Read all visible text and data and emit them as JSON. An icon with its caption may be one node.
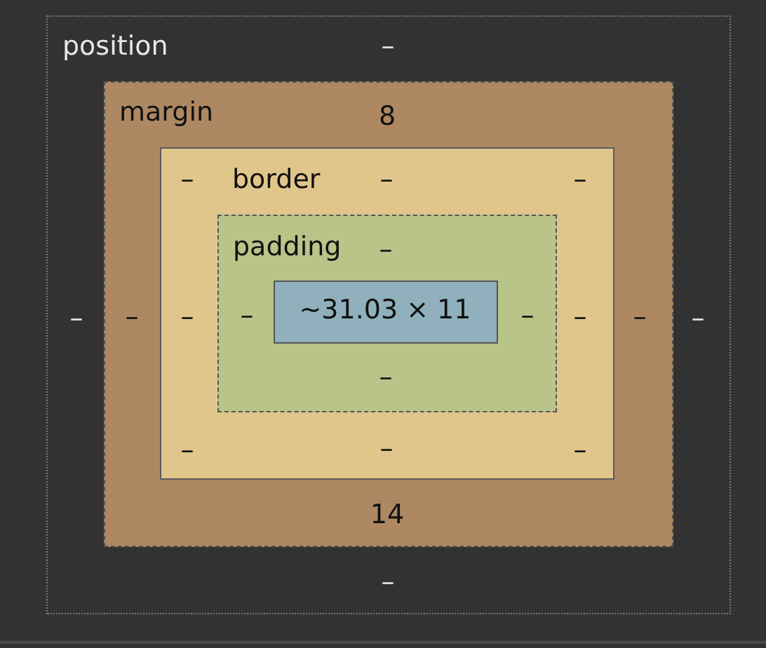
{
  "diagram": {
    "nodes": [
      {
        "text": [
          "position",
          "–",
          "–",
          "–",
          "–"
        ]
      },
      {
        "text": [
          "margin",
          "8",
          "–",
          "–",
          "14"
        ],
        "in": 0
      },
      {
        "text": [
          "–",
          "border",
          "–",
          "–",
          "–",
          "–",
          "–",
          "–",
          "–"
        ],
        "in": 1
      },
      {
        "text": [
          "padding",
          "–",
          "–",
          "–",
          "–"
        ],
        "in": 2
      },
      {
        "text": [
          "~31.03 × 11"
        ],
        "in": 3
      }
    ]
  }
}
